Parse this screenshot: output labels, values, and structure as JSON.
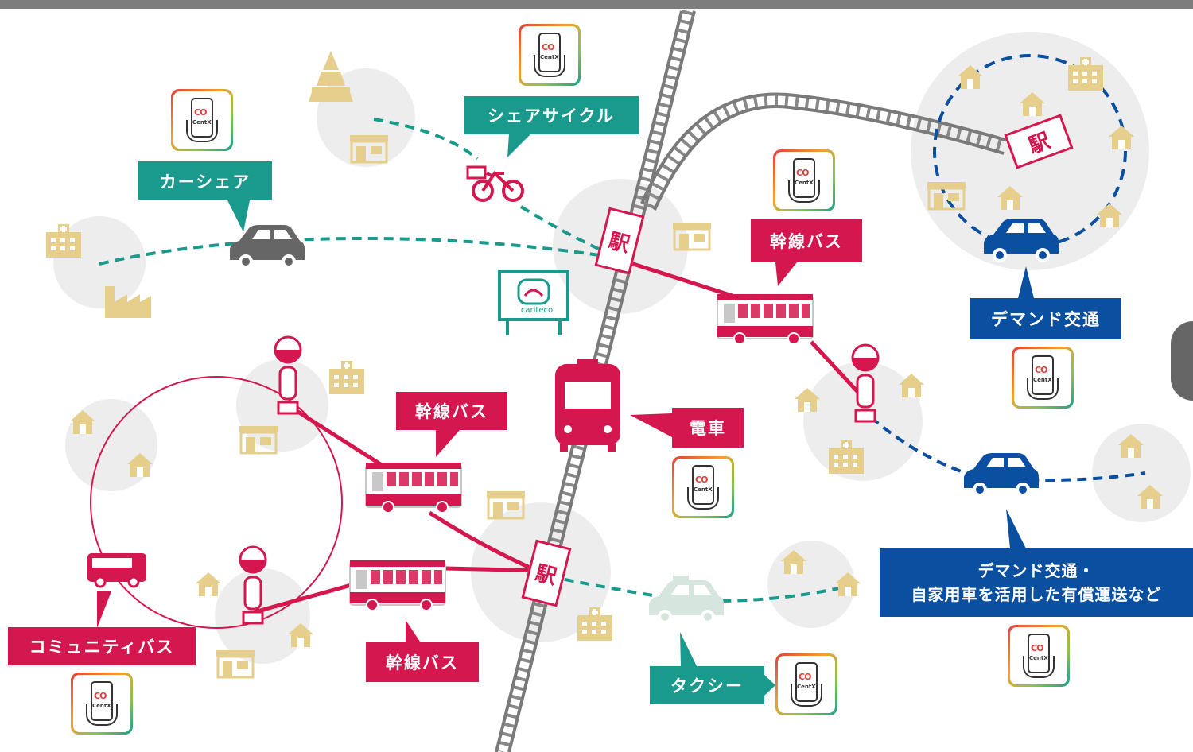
{
  "colors": {
    "teal": "#1a9a8c",
    "red": "#d5174f",
    "blue": "#0a4fa0",
    "building": "#e6cf8c",
    "circle": "#ededed",
    "rail": "#7a7a7a",
    "car_gray": "#666666"
  },
  "labels": {
    "share_cycle": "シェアサイクル",
    "car_share": "カーシェア",
    "trunk_bus": "幹線バス",
    "demand": "デマンド交通",
    "train": "電車",
    "community_bus": "コミュニティバス",
    "taxi": "タクシー",
    "demand_private_line1": "デマンド交通・",
    "demand_private_line2": "自家用車を活用した有償運送など"
  },
  "station_label": "駅",
  "app": {
    "logo": "CO",
    "brand": "CentX"
  },
  "sign": {
    "brand": "cariteco"
  },
  "icons": [
    "app-icon",
    "bicycle-icon",
    "car-icon",
    "bus-icon",
    "train-icon",
    "bus-stop-icon",
    "taxi-icon",
    "house-icon",
    "hospital-icon",
    "shop-icon",
    "factory-icon",
    "castle-icon",
    "railway-track",
    "station-sign"
  ]
}
